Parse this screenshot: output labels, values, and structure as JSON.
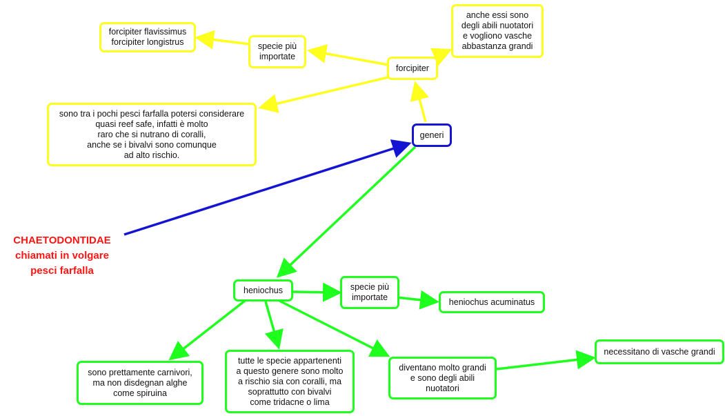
{
  "colors": {
    "yellow": "#ffff1e",
    "green": "#1eff1e",
    "blue": "#1414d2",
    "root_text": "#ff1414"
  },
  "root": {
    "text": "CHAETODONTIDAE\nchiamati in volgare\npesci farfalla"
  },
  "nodes": {
    "generi": "generi",
    "forcipiter": "forcipiter",
    "forcipiter_species_label": "specie più\nimportate",
    "forcipiter_species": "forcipiter flavissimus\nforcipiter longistrus",
    "forcipiter_swimmers": "anche essi sono\ndegli abili nuotatori\ne vogliono vasche\nabbastanza grandi",
    "forcipiter_reef_safe": "sono tra i pochi pesci farfalla  potersi considerare\nquasi reef safe, infatti è molto\nraro che si nutrano di coralli,\nanche se i bivalvi sono comunque\nad alto rischio.",
    "heniochus": "heniochus",
    "heniochus_species_label": "specie più\nimportate",
    "heniochus_acuminatus": "heniochus acuminatus",
    "heniochus_carnivores": "sono prettamente carnivori,\nma non disdegnan alghe\ncome spiruina",
    "heniochus_risk": "tutte le specie appartenenti\na questo genere sono molto\na rischio sia con coralli, ma\nsoprattutto con bivalvi\ncome tridacne o lima",
    "heniochus_big": "diventano molto grandi\ne sono degli abili\nnuotatori",
    "heniochus_tanks": "necessitano di vasche grandi"
  }
}
